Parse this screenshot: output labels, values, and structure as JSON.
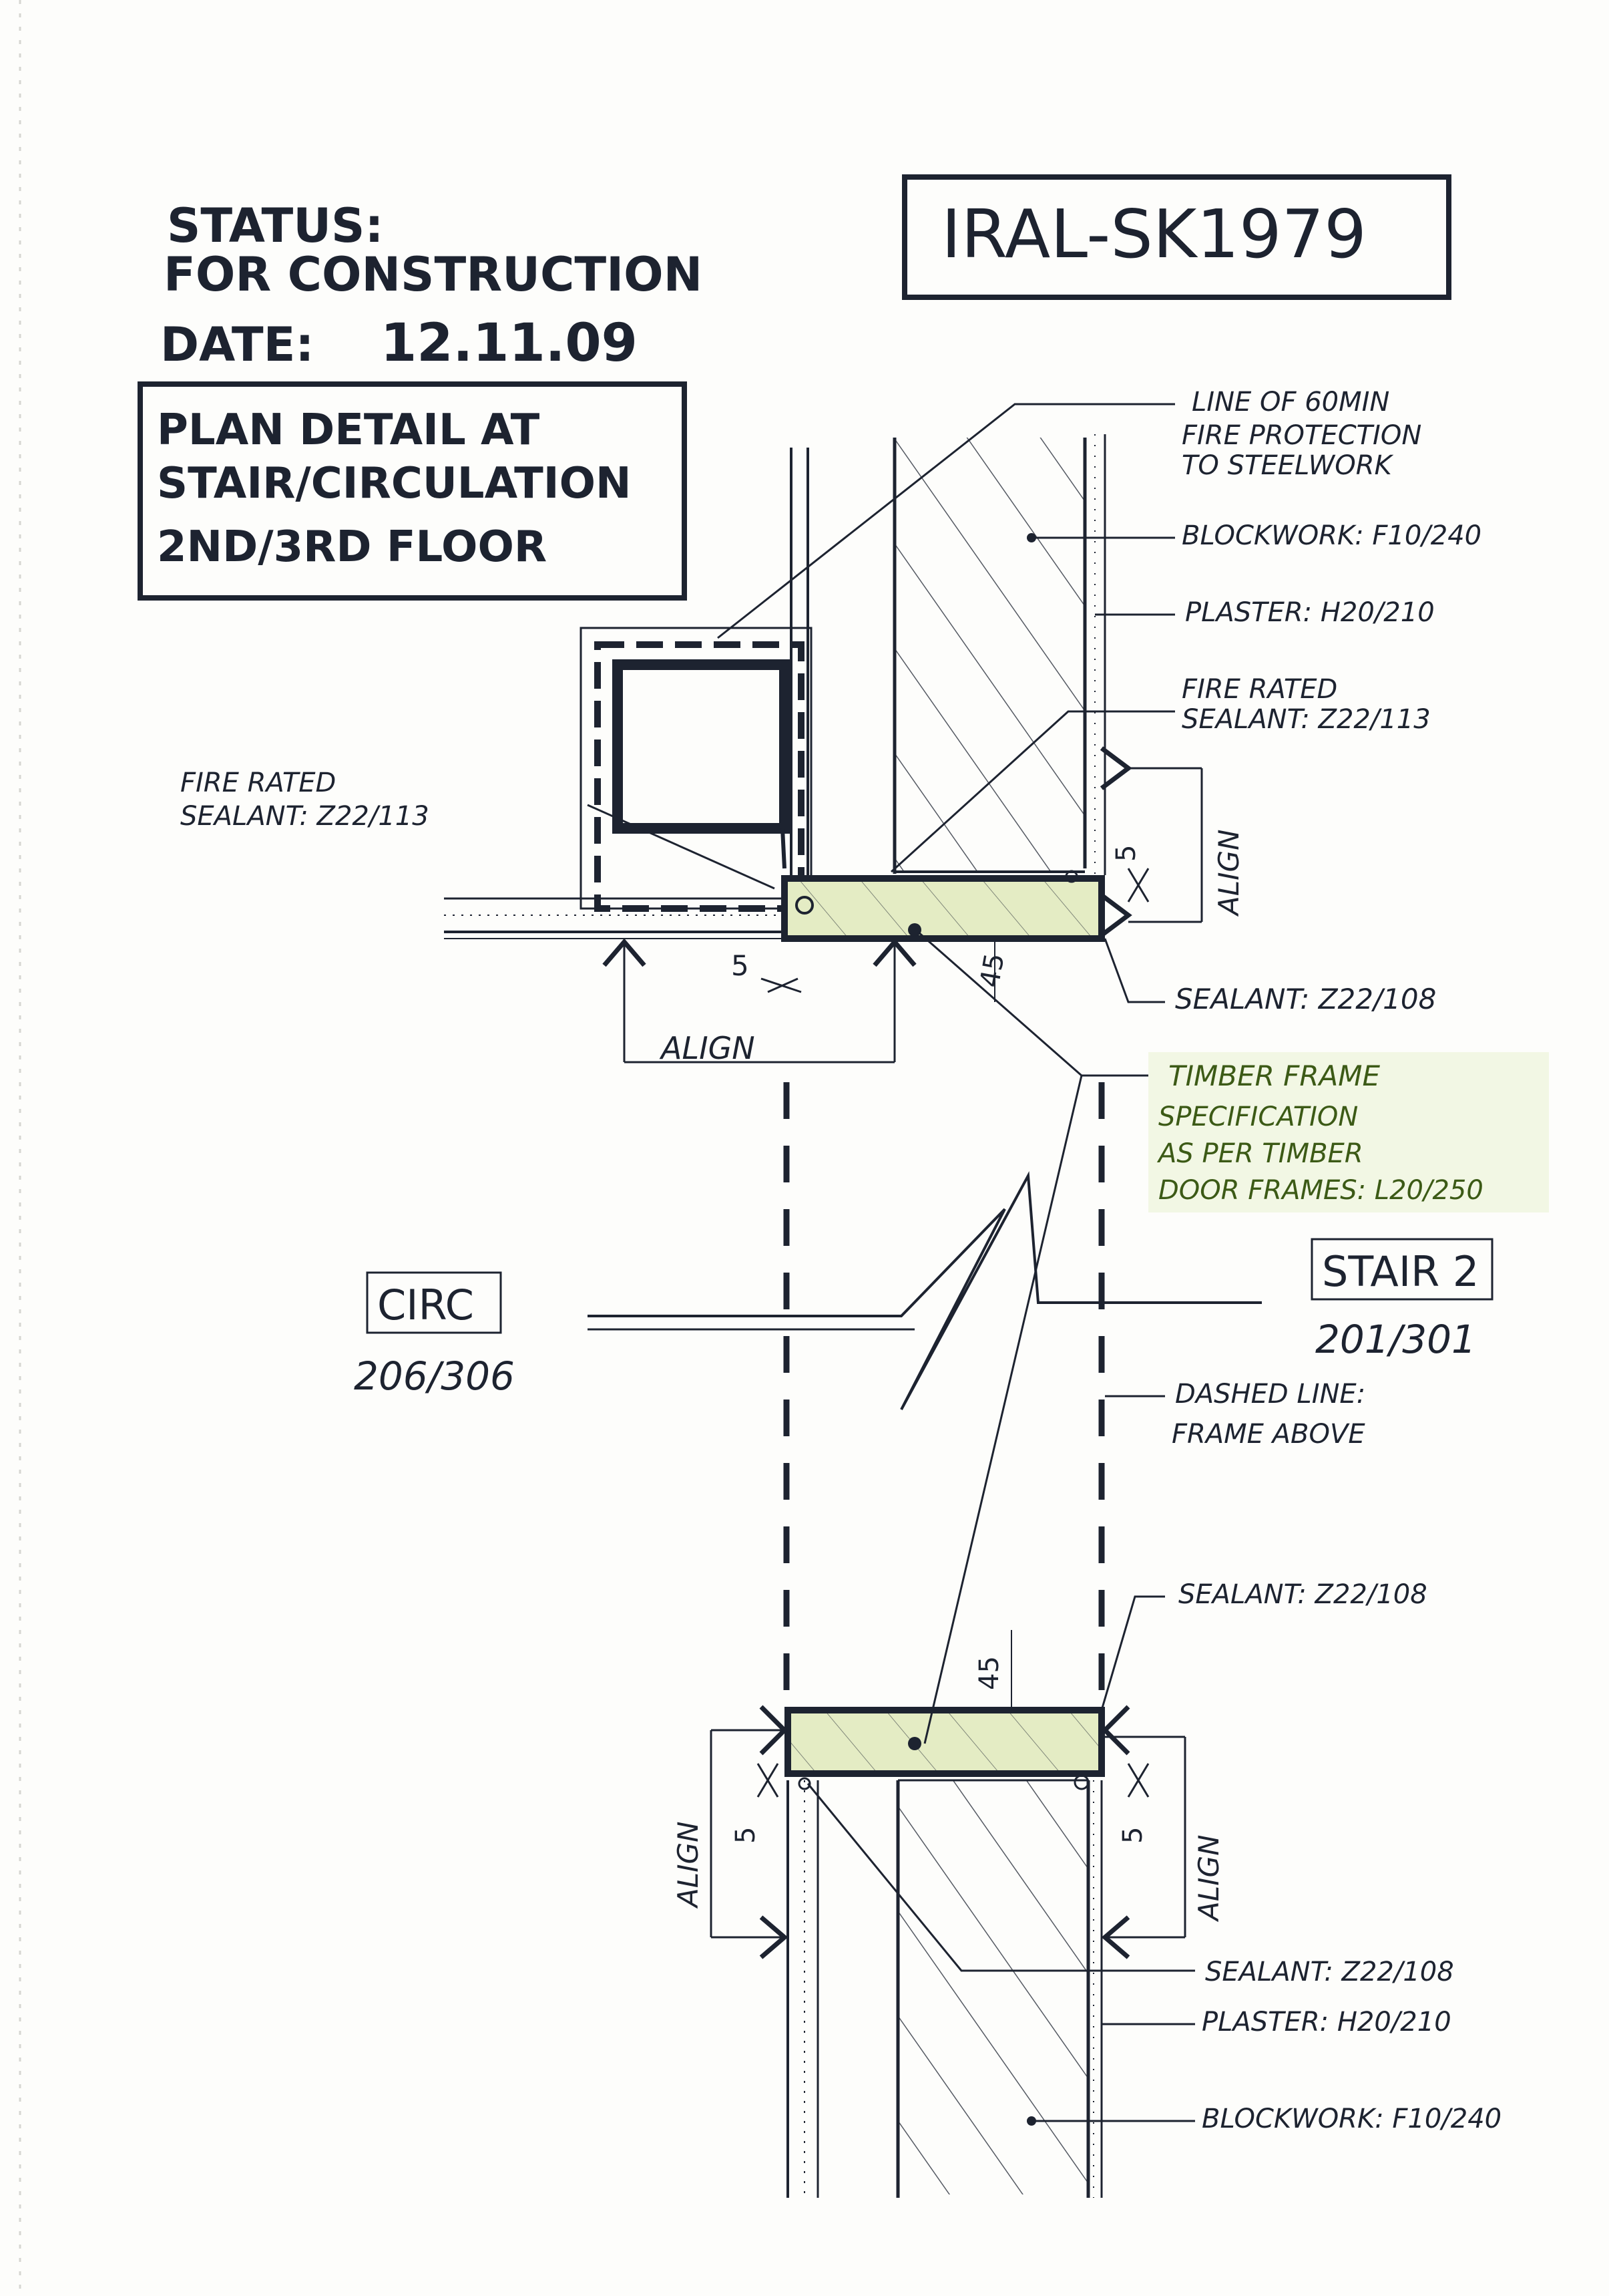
{
  "status": {
    "label": "STATUS:",
    "value": "FOR CONSTRUCTION",
    "date_label": "DATE:",
    "date_value": "12.11.09"
  },
  "drawing_ref": "IRAL-SK1979",
  "title_box": {
    "line1": "PLAN DETAIL AT",
    "line2": "STAIR/CIRCULATION",
    "line3": "2ND/3RD FLOOR"
  },
  "annotations": {
    "fire_protection": [
      "LINE OF 60MIN",
      "FIRE PROTECTION",
      "TO STEELWORK"
    ],
    "blockwork_top": "BLOCKWORK: F10/240",
    "plaster_top": "PLASTER: H20/210",
    "fire_sealant_right": [
      "FIRE RATED",
      "SEALANT: Z22/113"
    ],
    "fire_sealant_left": [
      "FIRE RATED",
      "SEALANT: Z22/113"
    ],
    "sealant_mid": "SEALANT: Z22/108",
    "timber_frame": [
      "TIMBER FRAME",
      "SPECIFICATION",
      "AS PER TIMBER",
      "DOOR FRAMES: L20/250"
    ],
    "dashed_line": [
      "DASHED LINE:",
      "FRAME ABOVE"
    ],
    "sealant_lower": "SEALANT: Z22/108",
    "sealant_bottom": "SEALANT: Z22/108",
    "plaster_bottom": "PLASTER: H20/210",
    "blockwork_bottom": "BLOCKWORK: F10/240"
  },
  "rooms": {
    "circ": {
      "label": "CIRC",
      "number": "206/306"
    },
    "stair": {
      "label": "STAIR 2",
      "number": "201/301"
    }
  },
  "dimensions": {
    "align": "ALIGN",
    "five": "5",
    "fortyfive": "45"
  },
  "colors": {
    "ink": "#1d2330",
    "timber_fill": "#e4ecc4",
    "timber_text": "#3c5a16",
    "highlight": "#f2f7e4"
  }
}
